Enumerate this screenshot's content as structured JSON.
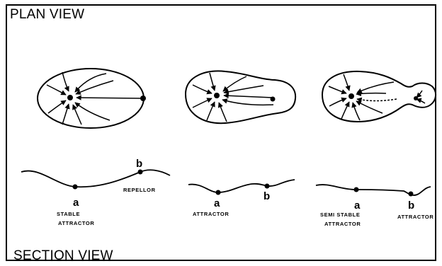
{
  "headings": {
    "plan_view": "PLAN VIEW",
    "section_view": "SECTION VIEW"
  },
  "panels": [
    {
      "point_a": "a",
      "point_b": "b",
      "label_a_line1": "STABLE",
      "label_a_line2": "ATTRACTOR",
      "label_b": "REPELLOR"
    },
    {
      "point_a": "a",
      "point_b": "b",
      "label_a": "ATTRACTOR"
    },
    {
      "point_a": "a",
      "point_b": "b",
      "label_a_line1": "SEMI STABLE",
      "label_a_line2": "ATTRACTOR",
      "label_b": "ATTRACTOR"
    }
  ],
  "colors": {
    "ink": "#000000",
    "background": "#ffffff"
  }
}
